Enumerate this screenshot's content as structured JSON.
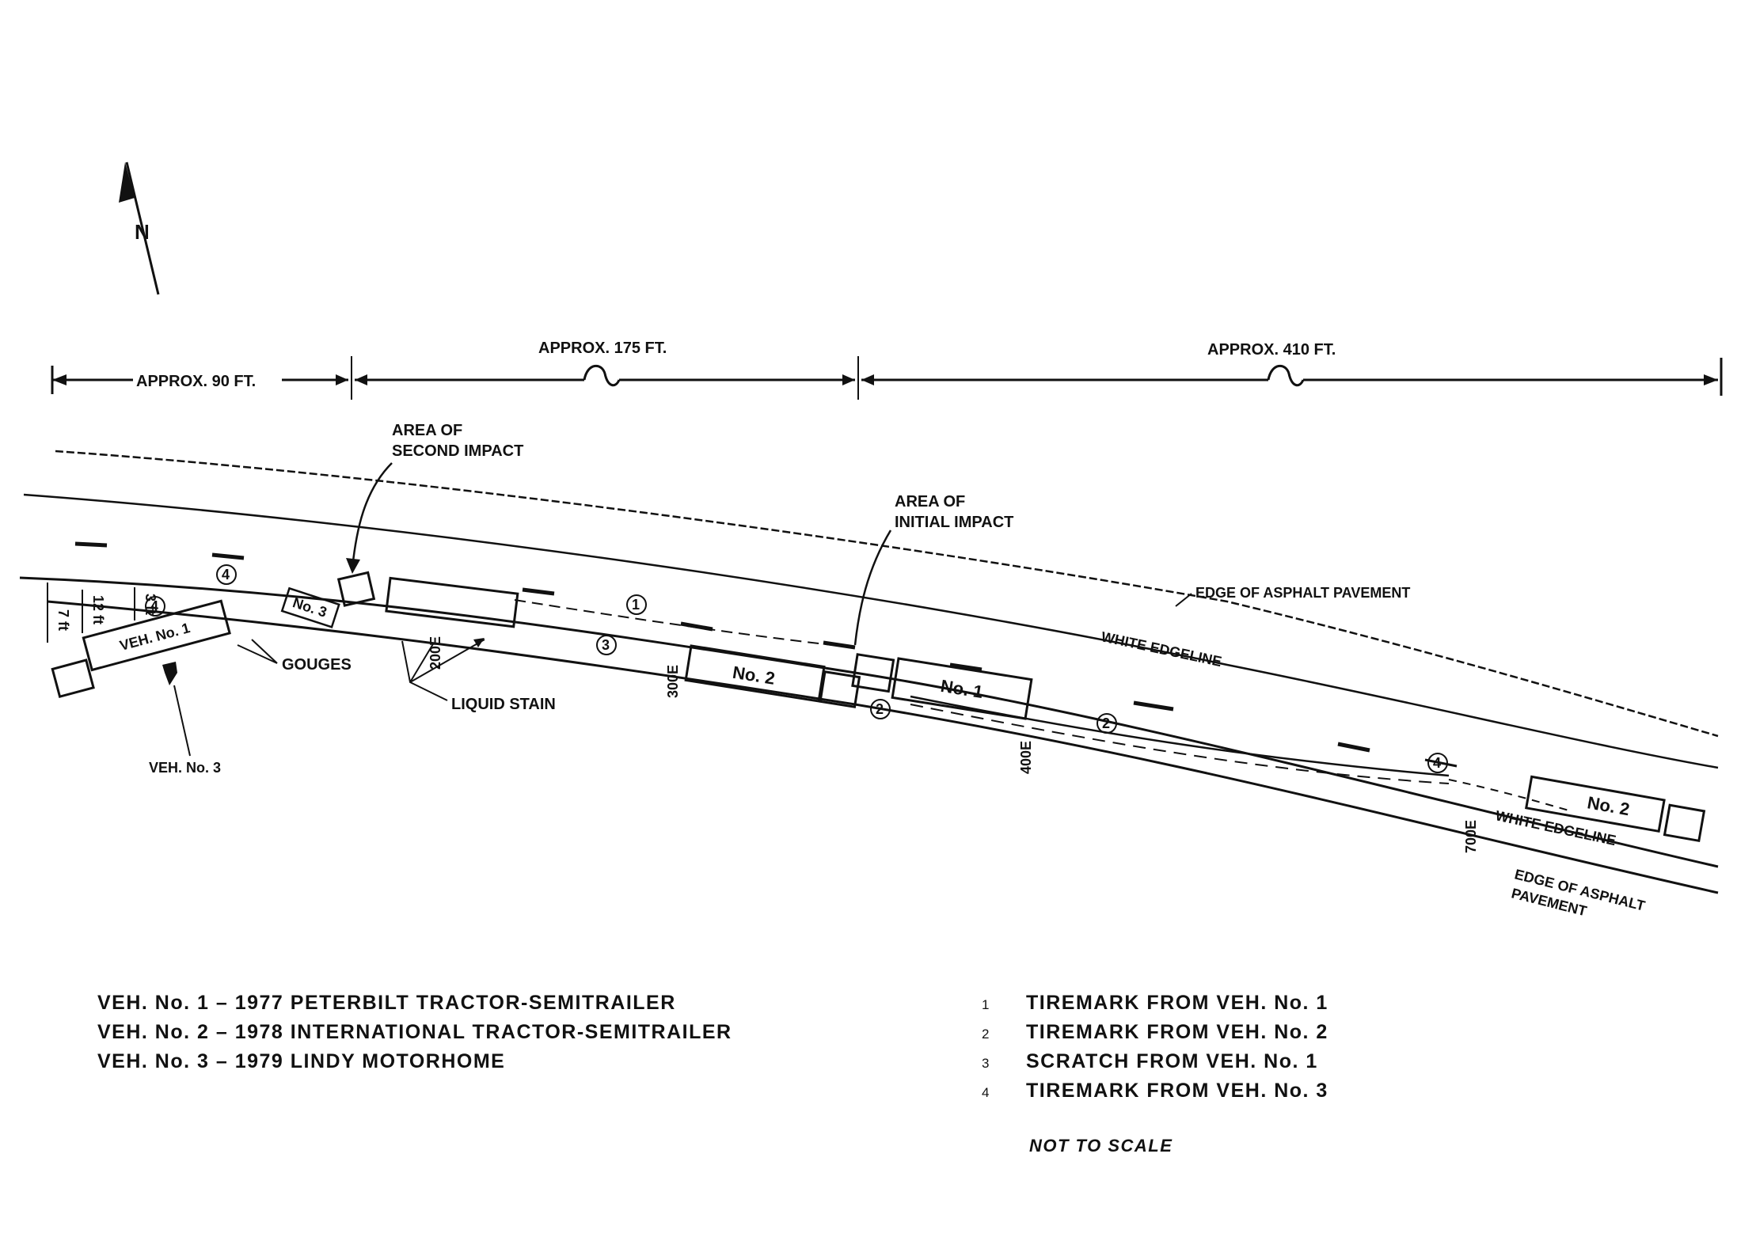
{
  "north_label": "N",
  "dimensions": {
    "seg1": "APPROX. 90 FT.",
    "seg2": "APPROX. 175 FT.",
    "seg3": "APPROX. 410 FT."
  },
  "callouts": {
    "second_impact_l1": "AREA OF",
    "second_impact_l2": "SECOND IMPACT",
    "initial_impact_l1": "AREA OF",
    "initial_impact_l2": "INITIAL IMPACT",
    "edge_asphalt_top": "EDGE OF ASPHALT PAVEMENT",
    "white_edgeline_top": "WHITE EDGELINE",
    "white_edgeline_bottom": "WHITE EDGELINE",
    "edge_asphalt_bottom_l1": "EDGE OF ASPHALT",
    "edge_asphalt_bottom_l2": "PAVEMENT",
    "gouges": "GOUGES",
    "liquid_stain": "LIQUID STAIN",
    "veh_no3": "VEH. No. 3"
  },
  "vehicle_labels": {
    "no1": "No. 1",
    "no2_mid": "No. 2",
    "no2_end": "No. 2",
    "no3_small": "No. 3",
    "veh_no1_final": "VEH. No. 1"
  },
  "mark_numbers": {
    "m1": "1",
    "m2a": "2",
    "m2b": "2",
    "m3": "3",
    "m4a": "4",
    "m4b": "4",
    "m4c": "4"
  },
  "stations": {
    "s200": "200E",
    "s300": "300E",
    "s400": "400E",
    "s700": "700E"
  },
  "offsets": {
    "o1": "7 ft",
    "o2": "12 ft",
    "o3": "3 ft"
  },
  "legend_vehicles": [
    "VEH. No. 1 – 1977 PETERBILT TRACTOR-SEMITRAILER",
    "VEH. No. 2 – 1978 INTERNATIONAL TRACTOR-SEMITRAILER",
    "VEH. No. 3 – 1979 LINDY MOTORHOME"
  ],
  "legend_marks": [
    {
      "num": "1",
      "text": "TIREMARK FROM VEH. No. 1"
    },
    {
      "num": "2",
      "text": "TIREMARK FROM VEH. No. 2"
    },
    {
      "num": "3",
      "text": "SCRATCH FROM VEH. No. 1"
    },
    {
      "num": "4",
      "text": "TIREMARK FROM VEH. No. 3"
    }
  ],
  "note": "NOT TO SCALE"
}
